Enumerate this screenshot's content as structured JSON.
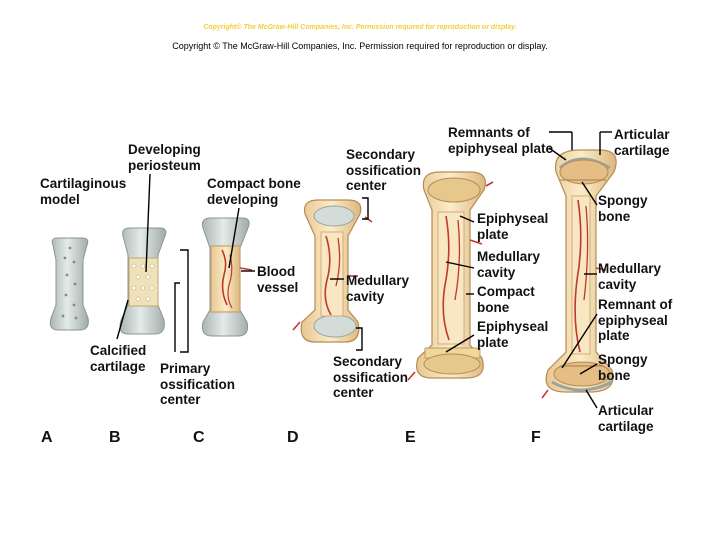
{
  "header": {
    "faint_copyright": "Copyright© The McGraw-Hill Companies, Inc. Permission required for reproduction or display.",
    "copyright": "Copyright © The McGraw-Hill Companies, Inc. Permission required for reproduction or display."
  },
  "labels": {
    "cartilaginous_model": "Cartilaginous\nmodel",
    "developing_periosteum": "Developing\nperiosteum",
    "compact_bone_developing": "Compact bone\ndeveloping",
    "blood_vessel": "Blood\nvessel",
    "calcified_cartilage": "Calcified\ncartilage",
    "primary_ossification_center": "Primary\nossification\ncenter",
    "secondary_ossification_center_top": "Secondary\nossification\ncenter",
    "medullary_cavity_d": "Medullary\ncavity",
    "secondary_ossification_center_bottom": "Secondary\nossification\ncenter",
    "remnants_of_epiphyseal_plate": "Remnants of\nepiphyseal plate",
    "epiphyseal_plate_top": "Epiphyseal\nplate",
    "medullary_cavity_e": "Medullary\ncavity",
    "compact_bone": "Compact\nbone",
    "epiphyseal_plate_bottom": "Epiphyseal\nplate",
    "articular_cartilage_top": "Articular\ncartilage",
    "spongy_bone_top": "Spongy\nbone",
    "medullary_cavity_f": "Medullary\ncavity",
    "remnant_of_epiphyseal_plate": "Remnant of\nepiphyseal\nplate",
    "spongy_bone_bottom": "Spongy\nbone",
    "articular_cartilage_bottom": "Articular\ncartilage"
  },
  "stages": [
    "A",
    "B",
    "C",
    "D",
    "E",
    "F"
  ],
  "colors": {
    "cartilage": "#c9d3d0",
    "bone": "#f2dca8",
    "bone_edge": "#c8a070",
    "spongy": "#e0b070",
    "vessel": "#c0392b",
    "leader": "#000000"
  }
}
